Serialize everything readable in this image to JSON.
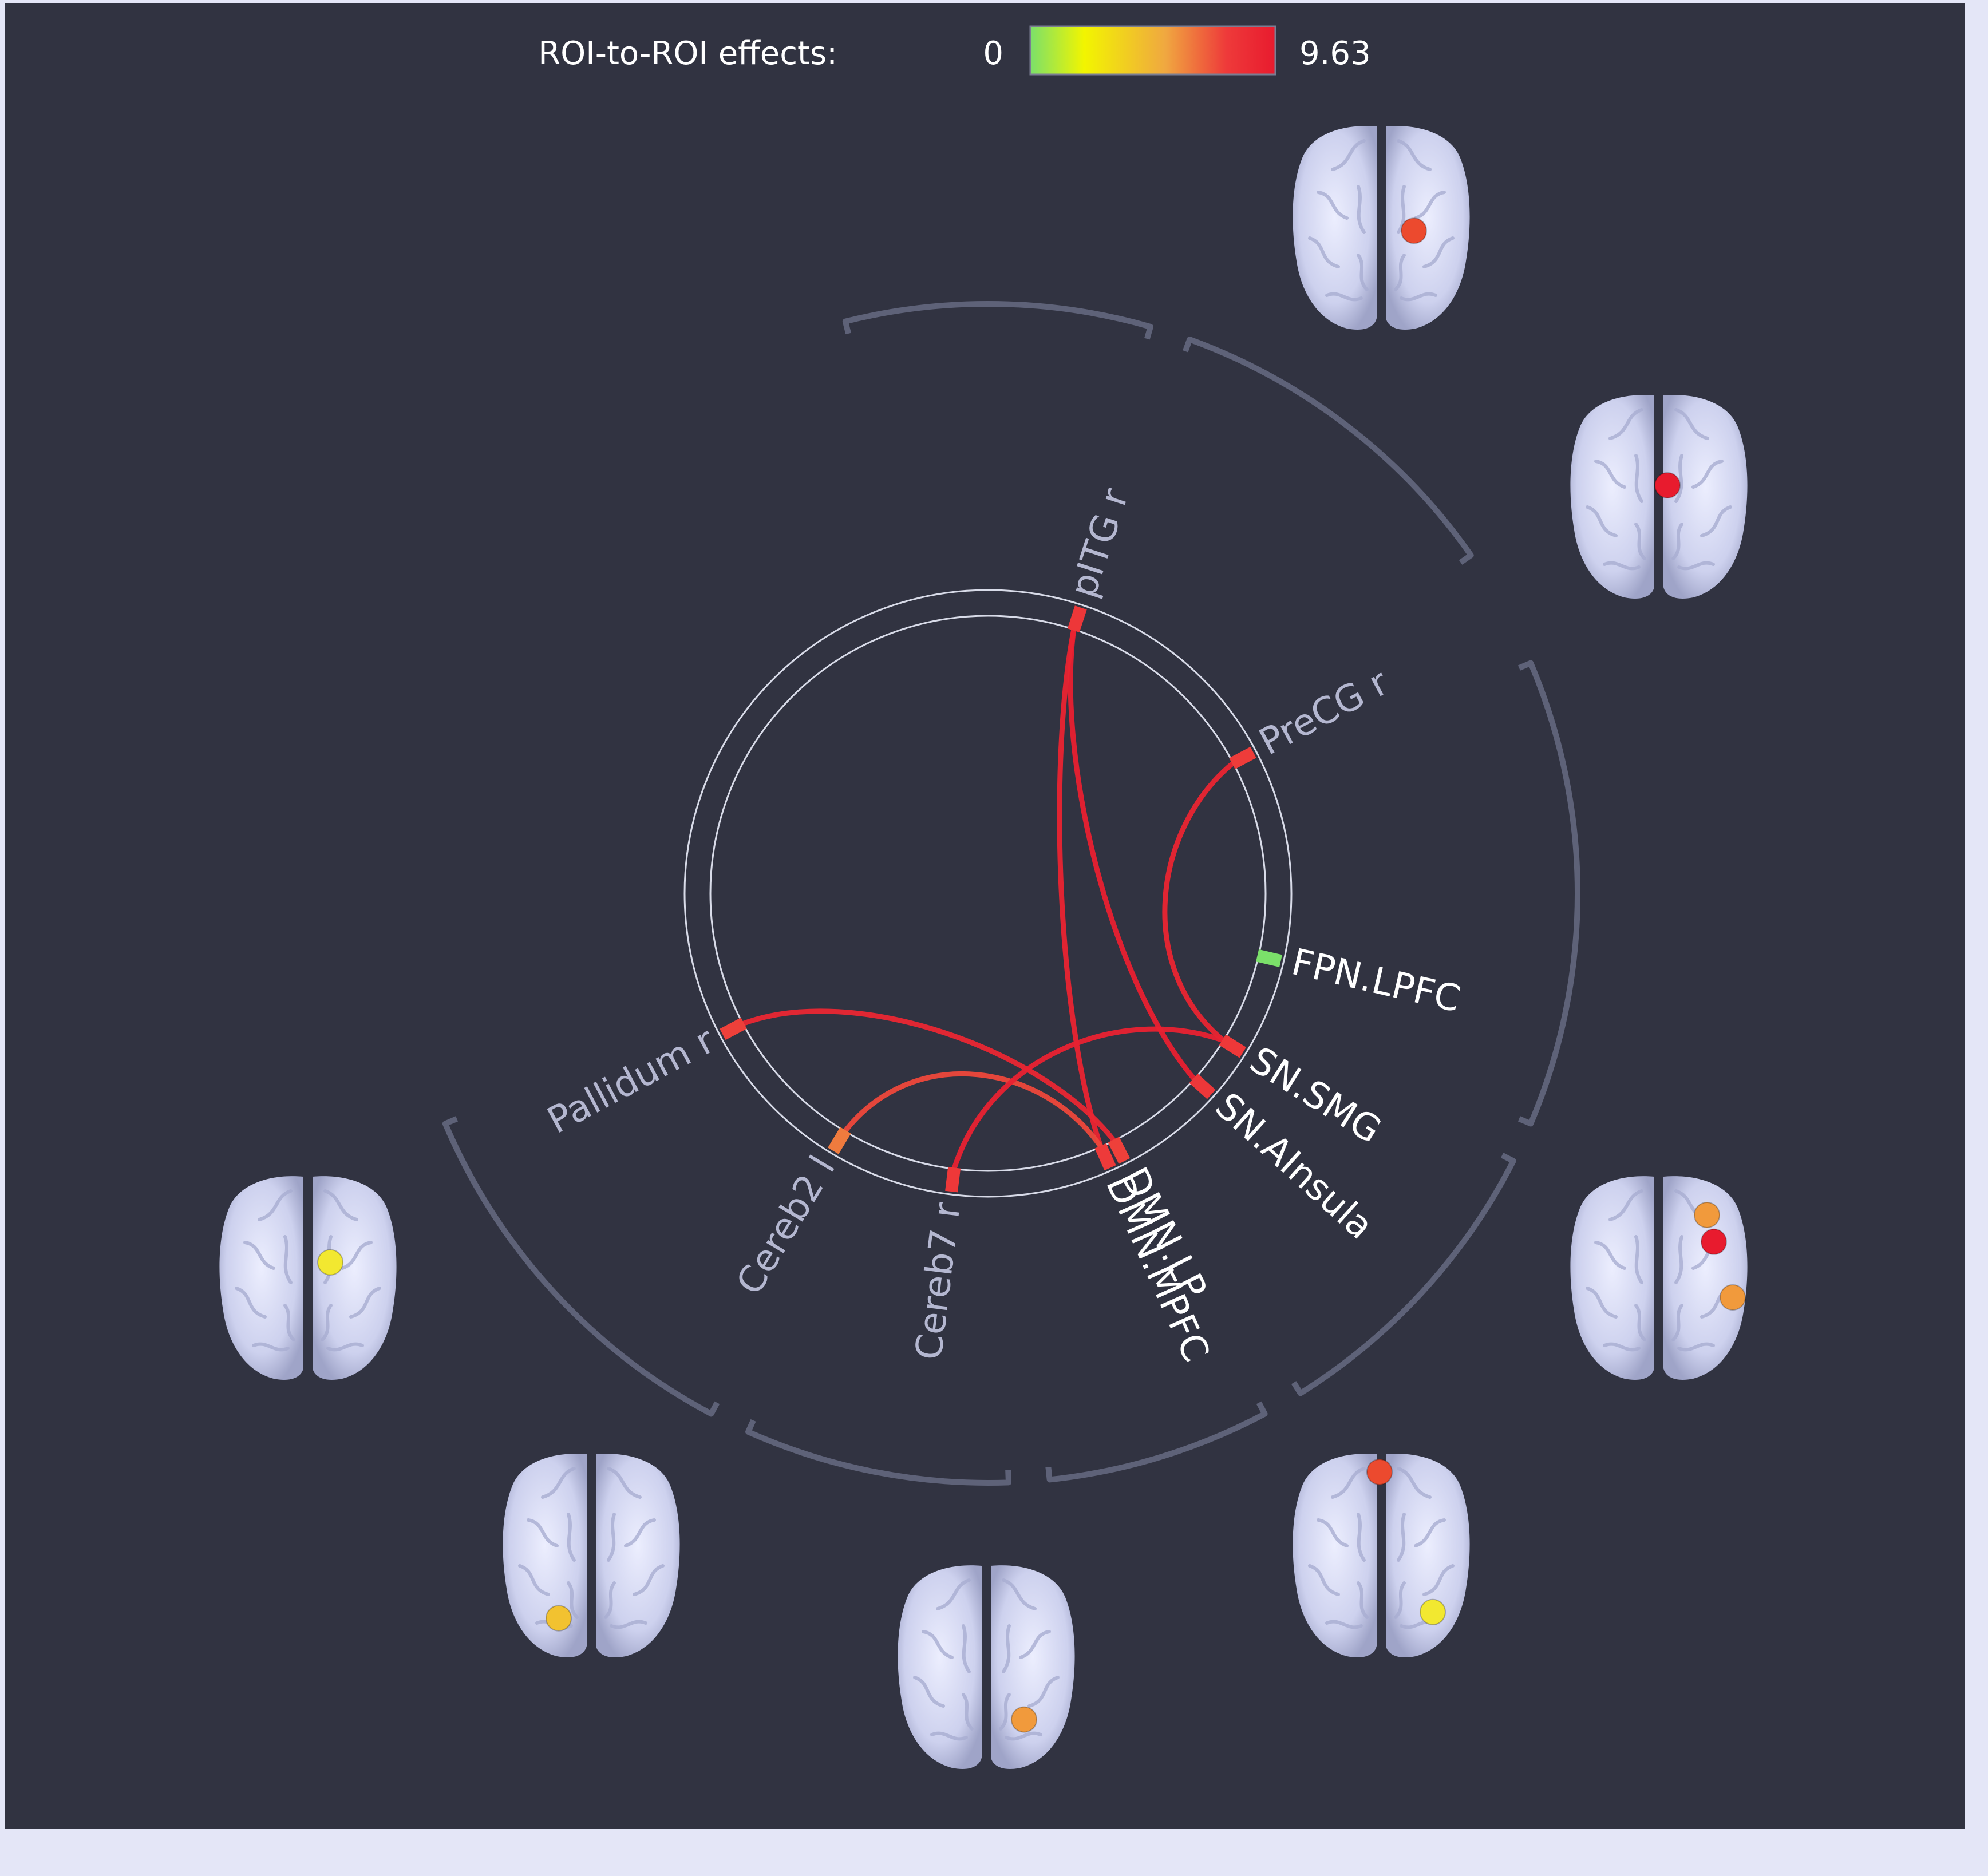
{
  "colorbar": {
    "title": "ROI-to-ROI effects:",
    "min_label": "0",
    "max_label": "9.63",
    "min": 0,
    "max": 9.63,
    "gradient": [
      "#7be06a",
      "#f2f500",
      "#f0a840",
      "#ee3a3a",
      "#e81b2e"
    ]
  },
  "colors": {
    "background": "#313341",
    "outer_frame": "#e4e6f7",
    "circle_line": "#d8dbe8",
    "group_arc": "#5e6278",
    "label_dim": "#b4b7d0",
    "label_bright": "#ffffff",
    "brain": "#cdd1ee"
  },
  "rois": [
    {
      "id": "pITG_r",
      "label": "pITG r",
      "style": "dim"
    },
    {
      "id": "PreCG_r",
      "label": "PreCG r",
      "style": "dim"
    },
    {
      "id": "FPN_LPFC",
      "label": "FPN.LPFC",
      "style": "bright"
    },
    {
      "id": "SN_SMG",
      "label": "SN.SMG",
      "style": "bright"
    },
    {
      "id": "SN_AInsula",
      "label": "SN.AInsula",
      "style": "bright"
    },
    {
      "id": "DMN_LP",
      "label": "DMN.LP",
      "style": "bright"
    },
    {
      "id": "DMN_MPFC",
      "label": "DMN.MPFC",
      "style": "bright"
    },
    {
      "id": "Cereb7_r",
      "label": "Cereb7 r",
      "style": "dim"
    },
    {
      "id": "Cereb2_l",
      "label": "Cereb2 l",
      "style": "dim"
    },
    {
      "id": "Pallidum_r",
      "label": "Pallidum r",
      "style": "dim"
    }
  ],
  "connections": [
    {
      "from": "pITG_r",
      "to": "SN_AInsula",
      "value": 9.3
    },
    {
      "from": "pITG_r",
      "to": "DMN_MPFC",
      "value": 9.1
    },
    {
      "from": "PreCG_r",
      "to": "SN_SMG",
      "value": 9.0
    },
    {
      "from": "Pallidum_r",
      "to": "DMN_LP",
      "value": 8.9
    },
    {
      "from": "Cereb2_l",
      "to": "DMN_MPFC",
      "value": 7.4
    },
    {
      "from": "Cereb7_r",
      "to": "SN_SMG",
      "value": 9.2
    }
  ],
  "brains": [
    {
      "id": "brain-1",
      "spots": [
        {
          "u": 0.69,
          "v": 0.52,
          "color": "#ec4a2e"
        }
      ]
    },
    {
      "id": "brain-2",
      "spots": [
        {
          "u": 0.55,
          "v": 0.45,
          "color": "#e81b2e"
        }
      ]
    },
    {
      "id": "brain-3",
      "spots": [
        {
          "u": 0.78,
          "v": 0.2,
          "color": "#f19a3c"
        },
        {
          "u": 0.82,
          "v": 0.33,
          "color": "#e81b2e"
        },
        {
          "u": 0.93,
          "v": 0.6,
          "color": "#f19a3c"
        }
      ]
    },
    {
      "id": "brain-4",
      "spots": [
        {
          "u": 0.49,
          "v": 0.1,
          "color": "#ec4a2e"
        },
        {
          "u": 0.8,
          "v": 0.78,
          "color": "#f2e830"
        }
      ]
    },
    {
      "id": "brain-5",
      "spots": [
        {
          "u": 0.72,
          "v": 0.76,
          "color": "#f19a3c"
        }
      ]
    },
    {
      "id": "brain-6",
      "spots": [
        {
          "u": 0.31,
          "v": 0.81,
          "color": "#f2c230"
        }
      ]
    },
    {
      "id": "brain-7",
      "spots": [
        {
          "u": 0.63,
          "v": 0.43,
          "color": "#f2e830"
        }
      ]
    }
  ]
}
